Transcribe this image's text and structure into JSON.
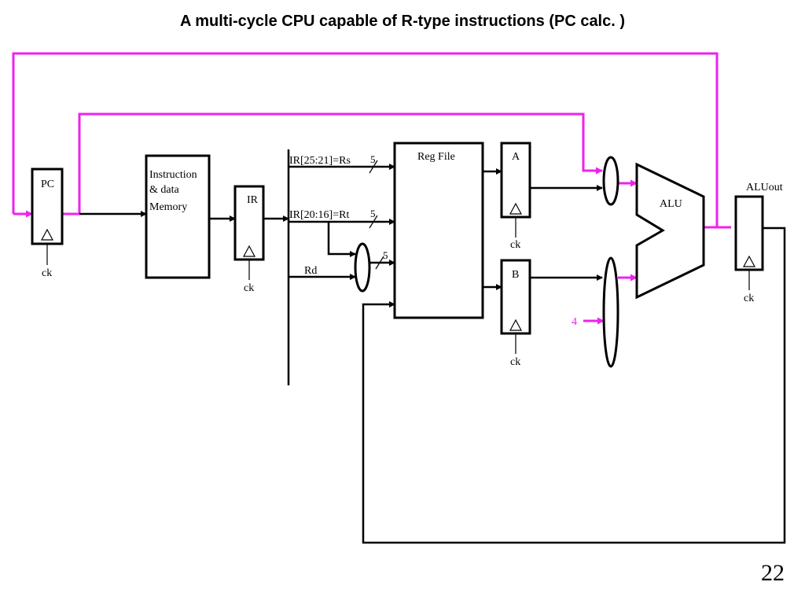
{
  "slide": {
    "title": "A multi-cycle CPU capable of R-type instructions  (PC calc. )",
    "page_number": "22"
  },
  "diagram": {
    "components": {
      "pc": "PC",
      "memory": [
        "Instruction",
        "& data",
        "Memory"
      ],
      "ir": "IR",
      "reg_file": "Reg File",
      "reg_a": "A",
      "reg_b": "B",
      "alu": "ALU",
      "aluout": "ALUout"
    },
    "clock_label": "ck",
    "signals": {
      "rs": "IR[25:21]=Rs",
      "rt": "IR[20:16]=Rt",
      "rd": "Rd",
      "bus_width": "5",
      "constant_four": "4"
    },
    "colors": {
      "pc_path": "#ee22ee",
      "wire": "#000000"
    }
  }
}
